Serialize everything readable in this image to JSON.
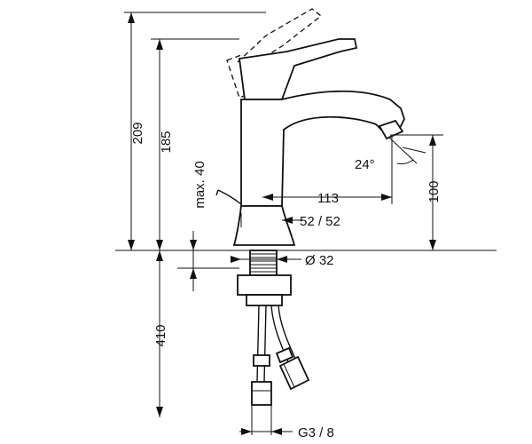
{
  "dimensions": {
    "total_height": "209",
    "spout_height": "185",
    "lever_max": "max. 40",
    "spout_reach": "113",
    "outlet_height": "100",
    "spray_angle": "24°",
    "base_size": "52 / 52",
    "thread_diameter": "Ø 32",
    "hose_length": "410",
    "connector": "G3 / 8"
  }
}
